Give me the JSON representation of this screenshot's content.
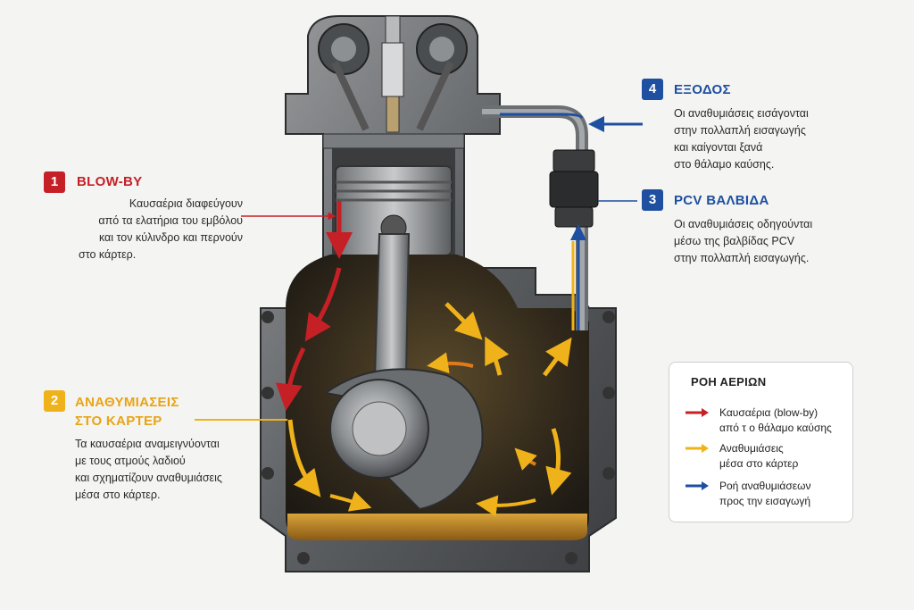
{
  "colors": {
    "red": "#c62027",
    "yellow": "#f0b21a",
    "blue": "#1e4fa0"
  },
  "callouts": [
    {
      "number": "1",
      "title": "BLOW-BY",
      "color": "#c62027",
      "lines": [
        "Καυσαέρια διαφεύγουν",
        "από τα ελατήρια του εμβόλου",
        "και τον κύλινδρο και περνούν",
        "στο κάρτερ."
      ]
    },
    {
      "number": "2",
      "title_lines": [
        "ΑΝΑΘΥΜΙΑΣΕΙΣ",
        "ΣΤΟ ΚΑΡΤΕΡ"
      ],
      "color": "#f0b21a",
      "lines": [
        "Τα καυσαέρια αναμειγνύονται",
        "με τους ατμούς λαδιού",
        "και σχηματίζουν αναθυμιάσεις",
        "μέσα στο κάρτερ."
      ]
    },
    {
      "number": "3",
      "title": "PCV ΒΑΛΒΙΔΑ",
      "color": "#1e4fa0",
      "lines": [
        "Οι αναθυμιάσεις οδηγούνται",
        "μέσω της βαλβίδας PCV",
        "στην πολλαπλή εισαγωγής."
      ]
    },
    {
      "number": "4",
      "title": "ΕΞΟΔΟΣ",
      "color": "#1e4fa0",
      "lines": [
        "Οι αναθυμιάσεις εισάγονται",
        "στην πολλαπλή εισαγωγής",
        "και καίγονται ξανά",
        "στο θάλαμο καύσης."
      ]
    }
  ],
  "legend": {
    "title": "ΡΟΗ ΑΕΡΙΩΝ",
    "items": [
      {
        "color": "#c62027",
        "lines": [
          "Καυσαέρια (blow-by)",
          "από τ ο θάλαμο καύσης"
        ]
      },
      {
        "color": "#f0b21a",
        "lines": [
          "Αναθυμιάσεις",
          "μέσα στο κάρτερ"
        ]
      },
      {
        "color": "#1e4fa0",
        "lines": [
          "Ροή αναθυμιάσεων",
          "προς την εισαγωγή"
        ]
      }
    ]
  }
}
